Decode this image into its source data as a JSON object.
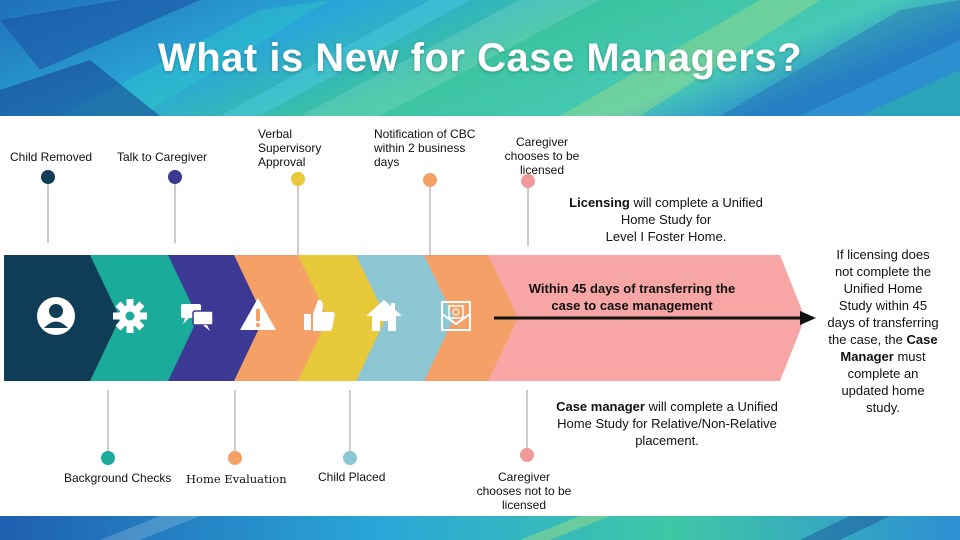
{
  "title": "What is New for Case Managers?",
  "steps_top": [
    {
      "label": "Child Removed",
      "color": "#0f3d57"
    },
    {
      "label": "Talk to Caregiver",
      "color": "#3b3993"
    },
    {
      "label": "Verbal\nSupervisory\nApproval",
      "color": "#e8c93a"
    },
    {
      "label": "Notification of CBC\nwithin 2 business\ndays",
      "color": "#f4a067"
    },
    {
      "label": "Caregiver\nchooses to be\nlicensed",
      "color": "#f09a9a"
    }
  ],
  "steps_bottom": [
    {
      "label": "Background Checks",
      "color": "#1aab9b"
    },
    {
      "label": "Home Evaluation",
      "color": "#f4a067"
    },
    {
      "label": "Child Placed",
      "color": "#8cc7d3"
    },
    {
      "label": "Caregiver\nchooses not to be\nlicensed",
      "color": "#f09a9a"
    }
  ],
  "chevron_colors": [
    "#0f3d57",
    "#1aab9b",
    "#3b3993",
    "#f4a067",
    "#e8c93a",
    "#8cc7d3",
    "#f4a067"
  ],
  "icons": [
    "person-icon",
    "gear-icon",
    "chat-icon",
    "warning-icon",
    "thumbs-up-icon",
    "home-icon",
    "mail-icon"
  ],
  "licensing": {
    "bold": "Licensing",
    "rest": " will complete a Unified\nHome Study for\nLevel I Foster Home."
  },
  "arrow_text": "Within 45 days of transferring the\ncase to case management",
  "case_manager": {
    "bold": "Case manager",
    "rest": " will complete a Unified\nHome Study for Relative/Non-Relative\nplacement."
  },
  "side_note": {
    "pre": "If licensing does\nnot complete the\nUnified Home\nStudy within 45\ndays of transferring\nthe case, the ",
    "bold": "Case\nManager",
    "post": " must\ncomplete an\nupdated home\nstudy."
  },
  "arrow_band_color": "#f7a5a5"
}
